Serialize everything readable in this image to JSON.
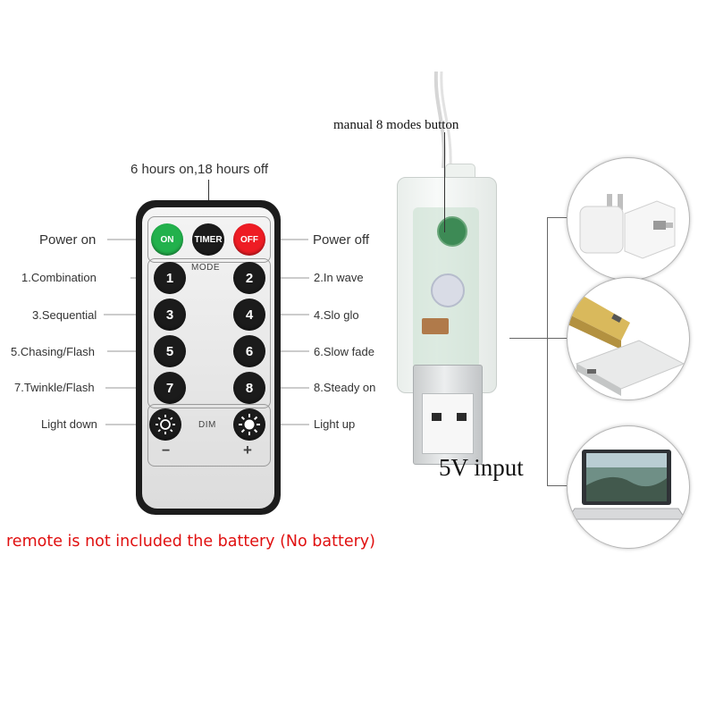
{
  "labels": {
    "timer_note": "6 hours on,18 hours off",
    "power_on": "Power on",
    "power_off": "Power off",
    "modes_left": [
      "1.Combination",
      "3.Sequential",
      "5.Chasing/Flash",
      "7.Twinkle/Flash"
    ],
    "modes_right": [
      "2.In wave",
      "4.Slo glo",
      "6.Slow fade",
      "8.Steady on"
    ],
    "light_down": "Light down",
    "light_up": "Light up",
    "manual_button": "manual 8 modes button",
    "input": "5V input",
    "note": "remote is not included the battery (No battery)"
  },
  "remote": {
    "on": "ON",
    "timer": "TIMER",
    "off": "OFF",
    "mode": "MODE",
    "numbers": [
      "1",
      "2",
      "3",
      "4",
      "5",
      "6",
      "7",
      "8"
    ],
    "dim": "DIM",
    "minus": "−",
    "plus": "+"
  },
  "colors": {
    "on_button": "#22b14c",
    "off_button": "#ee1c24",
    "timer_button": "#1b1b1b",
    "note_text": "#e01010"
  },
  "icons": [
    "sun-dim-icon",
    "sun-bright-icon",
    "wall-charger-icon",
    "power-bank-icon",
    "laptop-icon"
  ]
}
